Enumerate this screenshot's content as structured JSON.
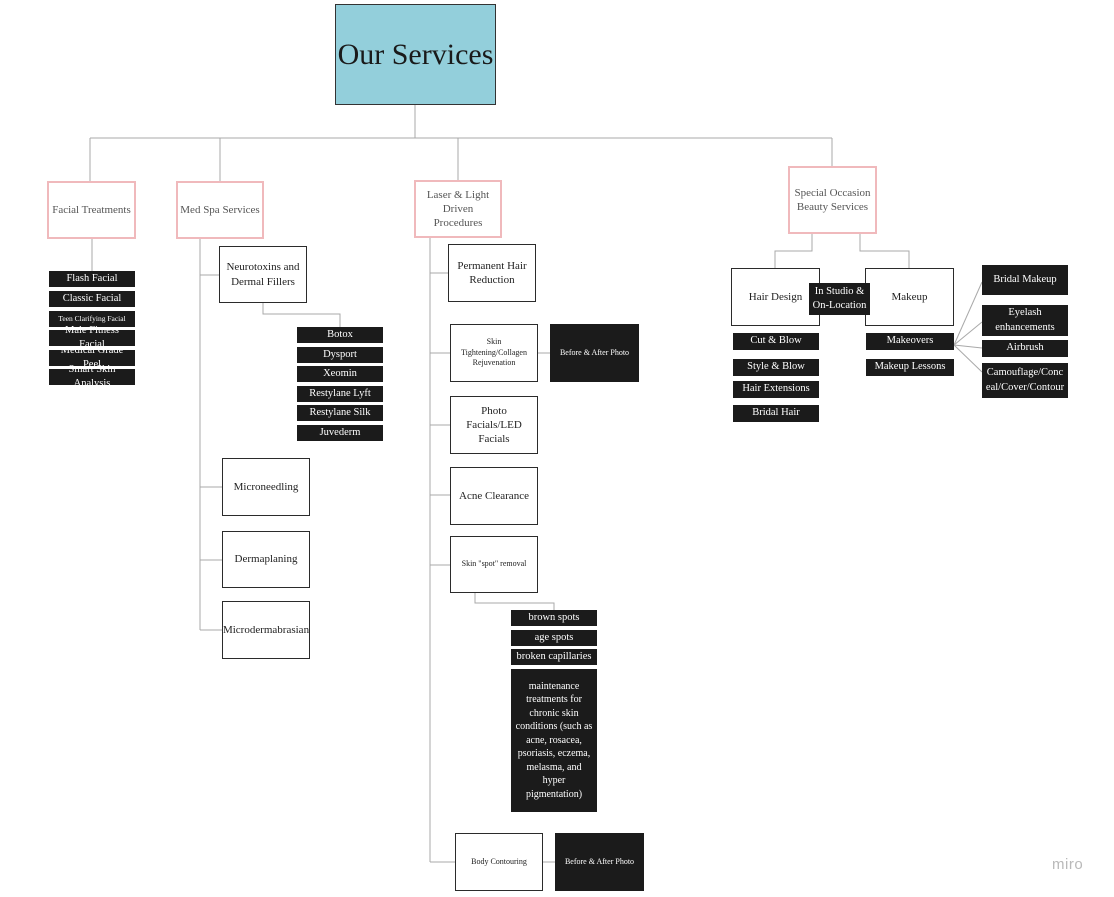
{
  "title": "Our Services",
  "categories": {
    "facial": "Facial Treatments",
    "medspa": "Med Spa Services",
    "laser": "Laser & Light Driven Procedures",
    "special": "Special Occasion Beauty Services"
  },
  "facial_items": [
    "Flash Facial",
    "Classic Facial",
    "Teen Clarifying Facial",
    "Male Fitness Facial",
    "Medical Grade Peel",
    "Smart Skin Analysis"
  ],
  "medspa": {
    "neurotoxins": "Neurotoxins and Dermal Fillers",
    "neuro_items": [
      "Botox",
      "Dysport",
      "Xeomin",
      "Restylane Lyft",
      "Restylane Silk",
      "Juvederm"
    ],
    "microneedling": "Microneedling",
    "dermaplaning": "Dermaplaning",
    "microdermabrasian": "Microdermabrasian"
  },
  "laser": {
    "hair_reduction": "Permanent Hair Reduction",
    "skin_tightening": "Skin Tightening/Collagen Rejuvenation",
    "before_after_1": "Before & After Photo",
    "photo_facials": "Photo Facials/LED Facials",
    "acne": "Acne Clearance",
    "spot_removal": "Skin \"spot\" removal",
    "spot_items": [
      "brown spots",
      "age spots",
      "broken capillaries"
    ],
    "maintenance": "maintenance treatments for chronic skin conditions (such as acne, rosacea, psoriasis, eczema, melasma, and hyper pigmentation)",
    "body_contouring": "Body Contouring",
    "before_after_2": "Before & After Photo"
  },
  "special": {
    "hair_design": "Hair Design",
    "location_tag": "In Studio & On-Location",
    "makeup": "Makeup",
    "hair_items": [
      "Cut & Blow",
      "Style & Blow",
      "Hair Extensions",
      "Bridal Hair"
    ],
    "makeup_items": [
      "Makeovers",
      "Makeup Lessons"
    ],
    "makeover_items": [
      "Bridal Makeup",
      "Eyelash enhancements",
      "Airbrush",
      "Camouflage/Conceal/Cover/Contour"
    ]
  },
  "watermark": "miro"
}
